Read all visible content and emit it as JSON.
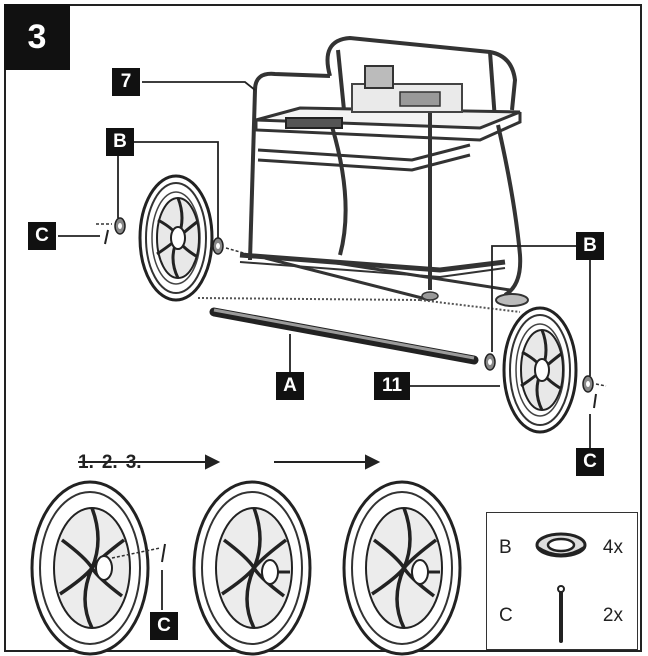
{
  "step_number": "3",
  "callouts": {
    "frame": "7",
    "washer_top_left": "B",
    "pin_left": "C",
    "axle": "A",
    "washer_right": "B",
    "wheel": "11",
    "pin_right": "C",
    "pin_bottom": "C"
  },
  "sequence": {
    "step1": "1.",
    "step2": "2.",
    "step3": "3."
  },
  "legend": {
    "items": [
      {
        "letter": "B",
        "icon": "washer-icon",
        "qty": "4x"
      },
      {
        "letter": "C",
        "icon": "cotter-pin-icon",
        "qty": "2x"
      }
    ]
  }
}
